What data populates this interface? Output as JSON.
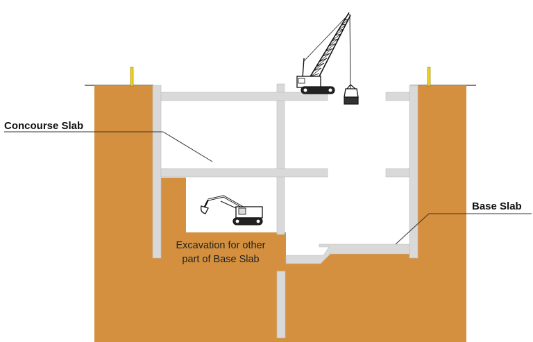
{
  "labels": {
    "concourse_slab": "Concourse Slab",
    "base_slab": "Base Slab",
    "excavation_line1": "Excavation for other",
    "excavation_line2": "part of Base Slab"
  },
  "colors": {
    "soil": "#D4903F",
    "concrete": "#D9D9D9",
    "concrete_edge": "#BDBDBD",
    "marker": "#F0D020",
    "line": "#333333"
  },
  "icons": {
    "crane": "crawler-crane-icon",
    "excavator": "excavator-icon",
    "marker": "survey-marker-icon"
  }
}
